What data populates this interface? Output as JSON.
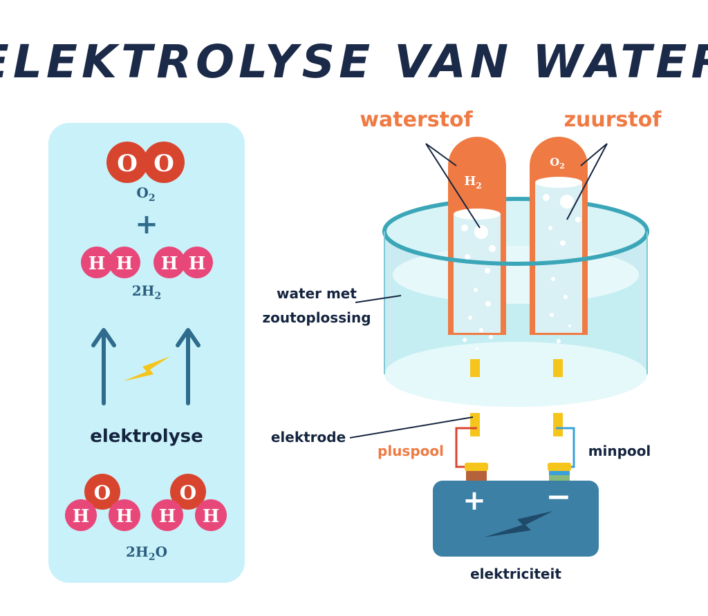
{
  "title": "ELEKTROLYSE VAN WATER",
  "labels": {
    "hydrogen": "waterstof",
    "oxygen": "zuurstof",
    "water_line1": "water met",
    "water_line2": "zoutoplossing",
    "electrode": "elektrode",
    "plus_pole": "pluspool",
    "minus_pole": "minpool",
    "electricity": "elektriciteit",
    "electrolysis": "elektrolyse"
  },
  "tube_labels": {
    "left": "H",
    "left_sub": "2",
    "right": "O",
    "right_sub": "2"
  },
  "battery": {
    "plus": "+",
    "minus": "−"
  },
  "molecules": {
    "o2": {
      "atoms": [
        "O",
        "O"
      ],
      "formula": "O",
      "formula_sub": "2"
    },
    "plus_sign": "+",
    "h2": {
      "atoms": [
        "H",
        "H",
        "H",
        "H"
      ],
      "formula": "2H",
      "formula_sub": "2"
    },
    "h2o": {
      "atoms": [
        "O",
        "H",
        "H",
        "O",
        "H",
        "H"
      ],
      "formula": "2H",
      "formula_sub": "2",
      "formula_tail": "O"
    }
  },
  "colors": {
    "title": "#1b2a48",
    "panel": "#c9f1f9",
    "oxygen_atom": "#d8452f",
    "hydrogen_atom": "#e8477a",
    "arrow": "#2f6b8c",
    "bolt": "#f5c51c",
    "tube": "#ef7a43",
    "water": "#bfeef3",
    "battery": "#3d80a6",
    "wire_red": "#d8452f",
    "wire_blue": "#3aa0d8",
    "electrode": "#f5c51c"
  },
  "icons": [
    "lightning-bolt-icon",
    "up-arrow-icon",
    "battery-icon",
    "bubble-icon"
  ]
}
